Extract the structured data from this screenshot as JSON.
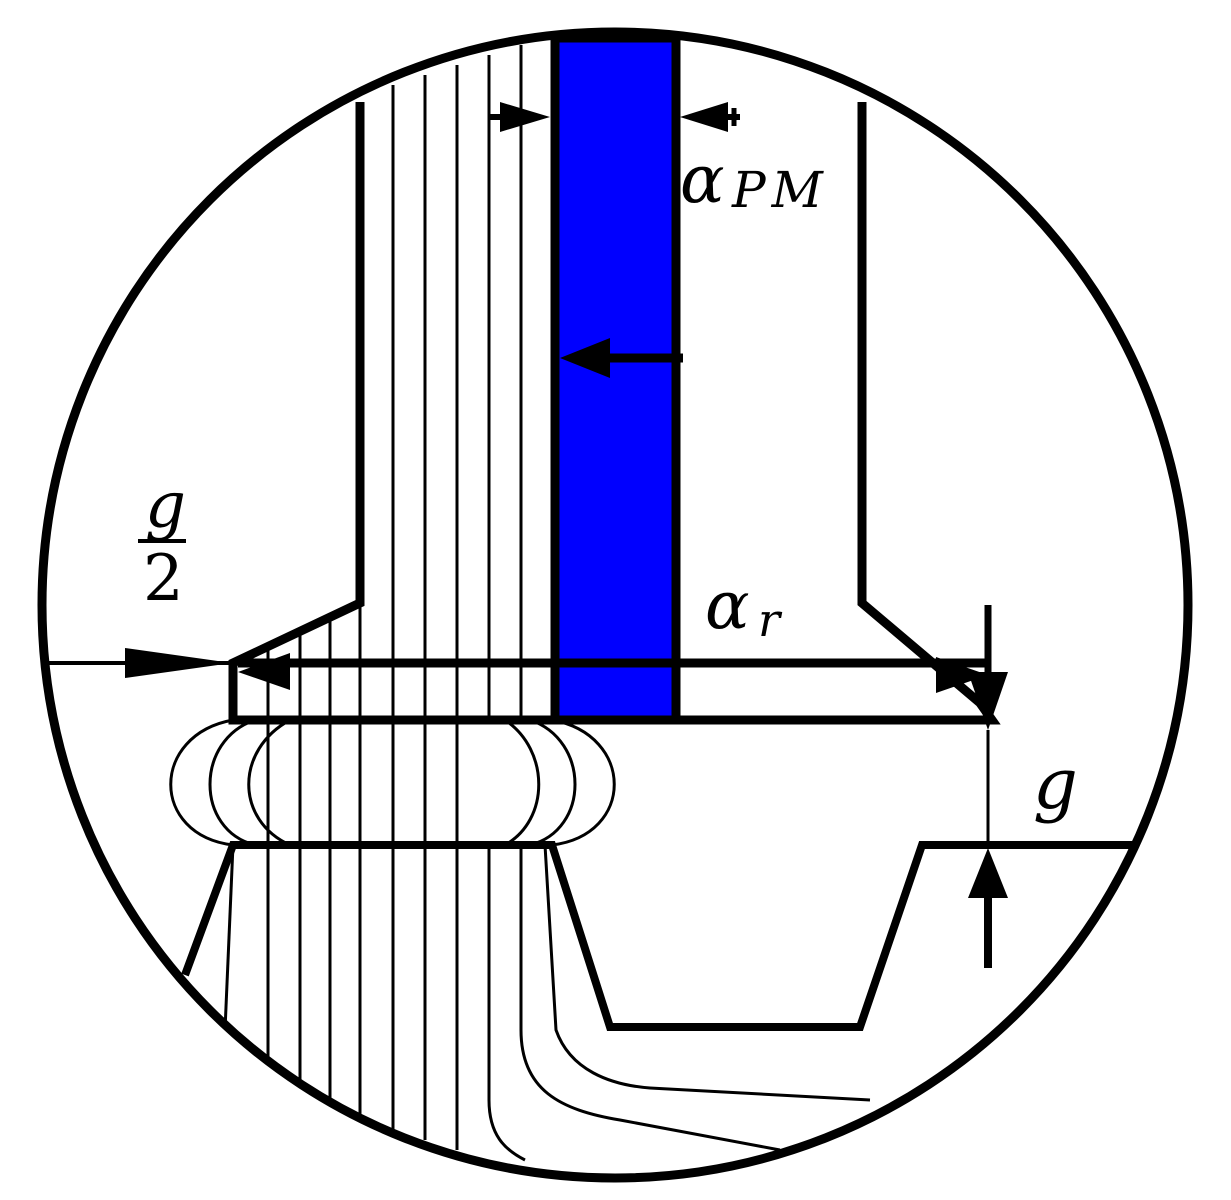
{
  "figure": {
    "labels": {
      "alpha_pm": {
        "base": "α",
        "sub": "PM"
      },
      "alpha_r": {
        "base": "α",
        "sub": "r"
      },
      "half_gap": {
        "numerator": "g",
        "denominator": "2"
      },
      "gap": "g"
    },
    "colors": {
      "magnet": "#0000ff",
      "lines": "#000000",
      "background": "#ffffff"
    },
    "counts": {
      "tooth_flux_lines": 9
    }
  }
}
